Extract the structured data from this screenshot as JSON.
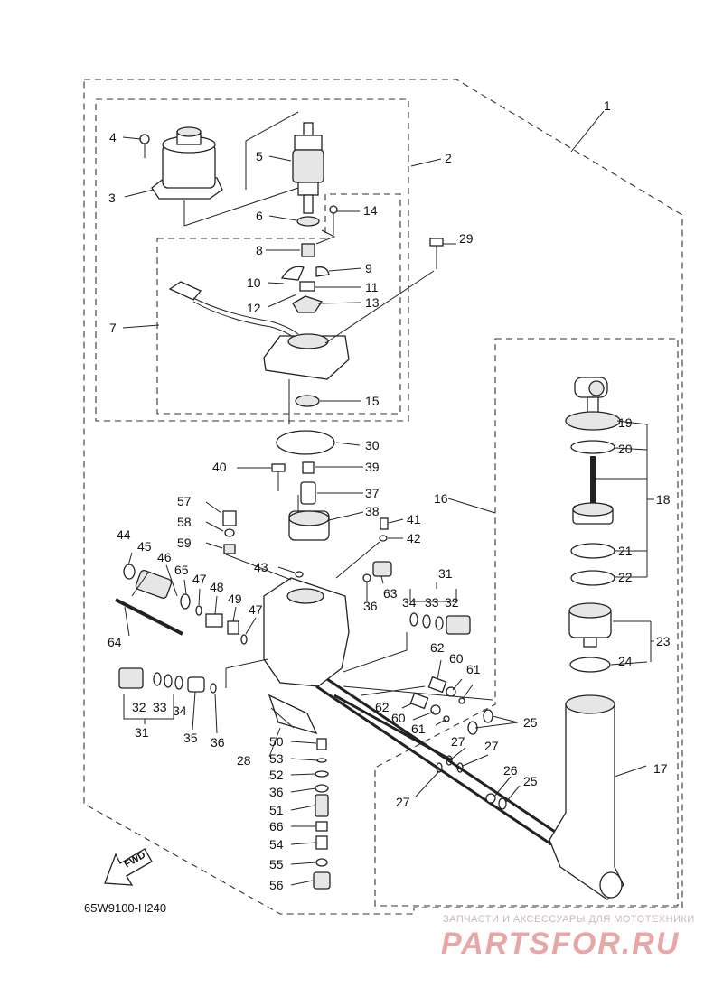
{
  "diagram": {
    "code": "65W9100-H240",
    "fwd_label": "FWD",
    "watermark_top": "ЗАПЧАСТИ И АКСЕССУАРЫ ДЛЯ МОТОТЕХНИКИ",
    "watermark_main": "PARTSFOR.RU",
    "callouts": [
      "1",
      "2",
      "3",
      "4",
      "5",
      "6",
      "7",
      "8",
      "9",
      "10",
      "11",
      "12",
      "13",
      "14",
      "15",
      "16",
      "17",
      "18",
      "19",
      "20",
      "21",
      "22",
      "23",
      "24",
      "25",
      "25",
      "26",
      "27",
      "27",
      "27",
      "28",
      "29",
      "30",
      "31",
      "31",
      "32",
      "32",
      "33",
      "33",
      "34",
      "34",
      "35",
      "36",
      "36",
      "36",
      "37",
      "38",
      "39",
      "40",
      "41",
      "42",
      "43",
      "44",
      "45",
      "46",
      "47",
      "47",
      "48",
      "49",
      "50",
      "51",
      "52",
      "53",
      "54",
      "55",
      "56",
      "57",
      "58",
      "59",
      "60",
      "60",
      "61",
      "61",
      "62",
      "62",
      "63",
      "64",
      "65",
      "66"
    ]
  }
}
